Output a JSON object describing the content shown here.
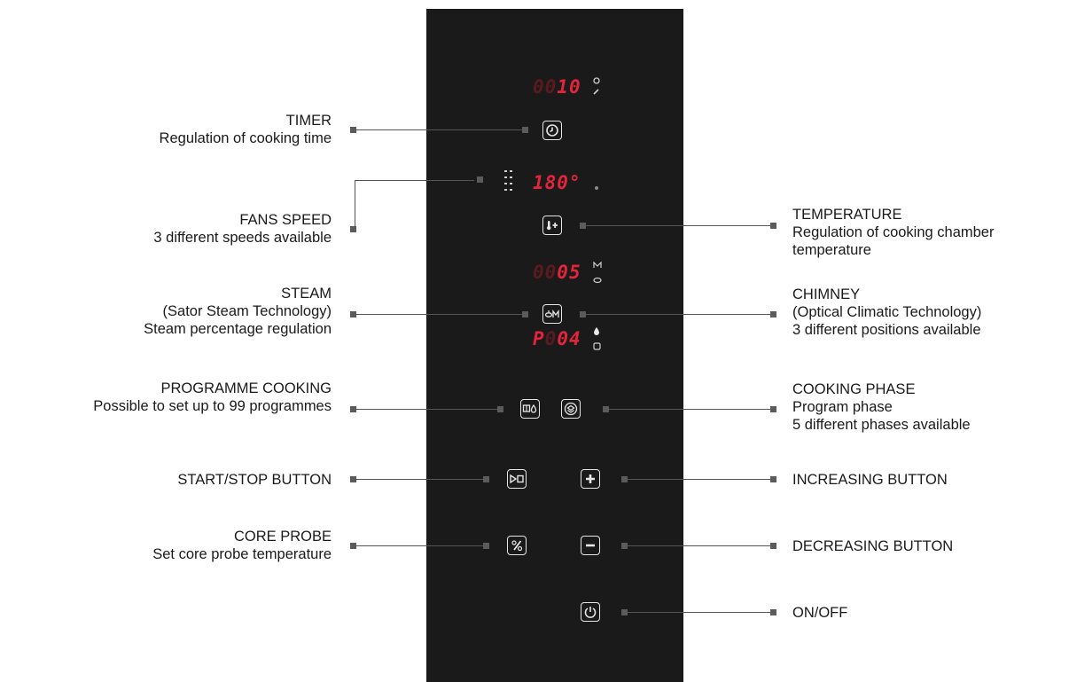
{
  "labels": {
    "timer": {
      "title": "TIMER",
      "desc": "Regulation of cooking time"
    },
    "fans_speed": {
      "title": "FANS SPEED",
      "desc": "3 different speeds available"
    },
    "temperature": {
      "title": "TEMPERATURE",
      "desc1": "Regulation of cooking chamber",
      "desc2": "temperature"
    },
    "steam": {
      "title": "STEAM",
      "desc1": "(Sator Steam Technology)",
      "desc2": "Steam percentage regulation"
    },
    "chimney": {
      "title": "CHIMNEY",
      "desc1": "(Optical Climatic Technology)",
      "desc2": "3 different positions available"
    },
    "programme": {
      "title": "PROGRAMME COOKING",
      "desc": "Possible to set up to 99 programmes"
    },
    "phase": {
      "title": "COOKING PHASE",
      "desc1": "Program phase",
      "desc2": "5 different phases available"
    },
    "start_stop": {
      "title": "START/STOP BUTTON"
    },
    "increasing": {
      "title": "INCREASING BUTTON"
    },
    "core_probe": {
      "title": "CORE PROBE",
      "desc": "Set core probe temperature"
    },
    "decreasing": {
      "title": "DECREASING BUTTON"
    },
    "on_off": {
      "title": "ON/OFF"
    }
  },
  "displays": {
    "timer": {
      "dim": "00",
      "lit": "10"
    },
    "temperature": {
      "dim": "",
      "lit": "180°"
    },
    "steam": {
      "dim": "00",
      "lit": "05"
    },
    "programme": {
      "lit_prefix": "P",
      "dim": "0",
      "lit": "04"
    }
  },
  "colors": {
    "panel": "#1b1a1a",
    "display_red": "#e1253a",
    "leader": "#555555"
  },
  "icons": {
    "timer": "clock-icon",
    "temperature": "thermometer-fan-icon",
    "steam": "steam-chimney-icon",
    "programme": "programme-icon",
    "phase": "layers-icon",
    "start_stop": "play-stop-icon",
    "increase": "plus-icon",
    "core_probe": "core-probe-icon",
    "decrease": "minus-icon",
    "power": "power-icon"
  }
}
